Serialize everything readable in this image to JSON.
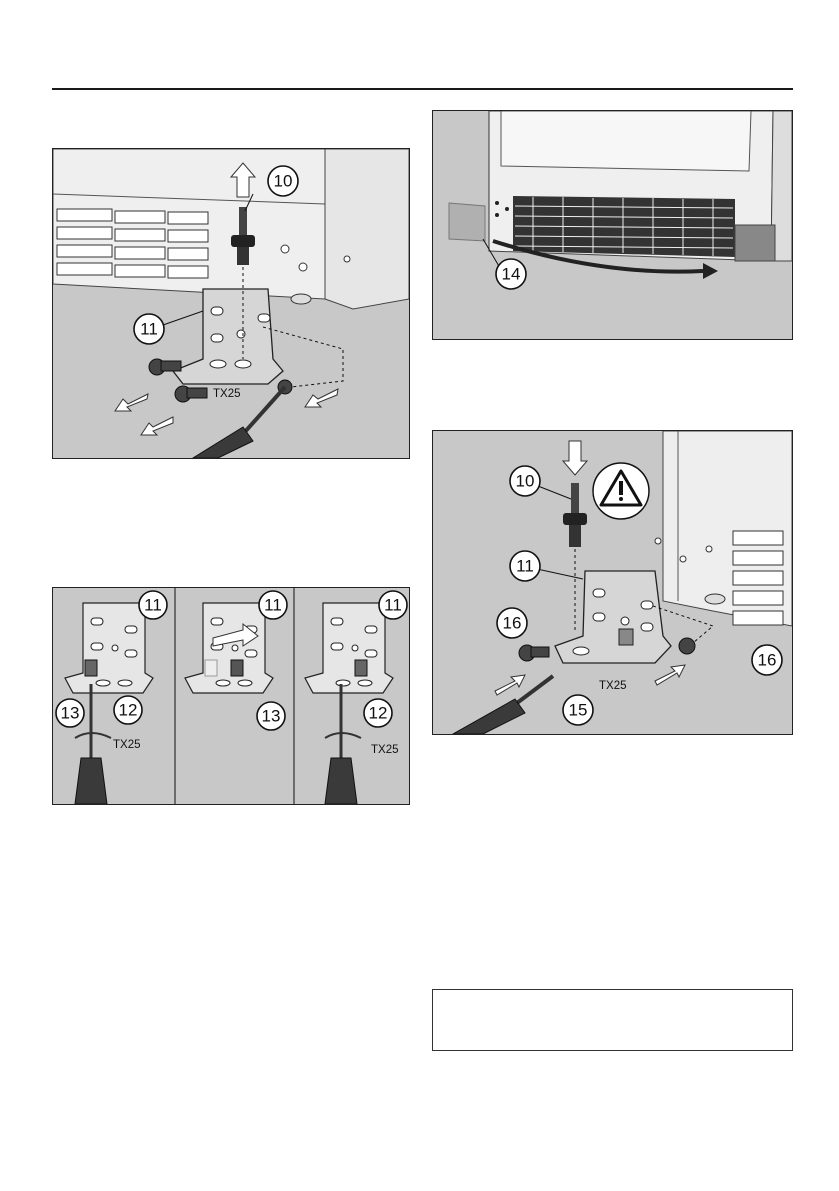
{
  "figures": {
    "fig1": {
      "callouts": [
        "10",
        "11"
      ],
      "tool_label": "TX25"
    },
    "fig2": {
      "callouts": [
        "14"
      ]
    },
    "fig3": {
      "panel1": {
        "callouts": [
          "11",
          "13",
          "12"
        ],
        "tool_label": "TX25"
      },
      "panel2": {
        "callouts": [
          "11",
          "13"
        ]
      },
      "panel3": {
        "callouts": [
          "11",
          "12"
        ],
        "tool_label": "TX25"
      }
    },
    "fig4": {
      "callouts": [
        "10",
        "11",
        "16",
        "16",
        "15"
      ],
      "tool_label": "TX25"
    }
  },
  "icons": {
    "warning": "warning-triangle-icon"
  },
  "colors": {
    "background": "#c9c9c9",
    "appliance": "#eeeeee",
    "bracket": "#d6d6d6",
    "screwdriver_handle": "#3a3a3a"
  }
}
